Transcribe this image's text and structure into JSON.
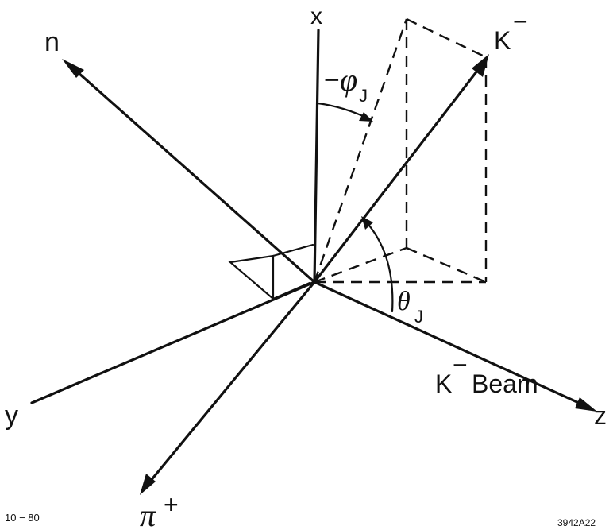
{
  "labels": {
    "x_axis": "x",
    "n_axis": "n",
    "y_axis": "y",
    "z_axis": "z",
    "pi_axis": "π",
    "pi_sup": "+",
    "k_vector": "K",
    "k_sup": "−",
    "phi_sign": "−",
    "phi_symbol": "φ",
    "phi_sub": "J",
    "theta_symbol": "θ",
    "theta_sub": "J",
    "beam_k": "K",
    "beam_sup": "−",
    "beam_word": "Beam",
    "date_code": "10 − 80",
    "figure_code": "3942A22"
  }
}
